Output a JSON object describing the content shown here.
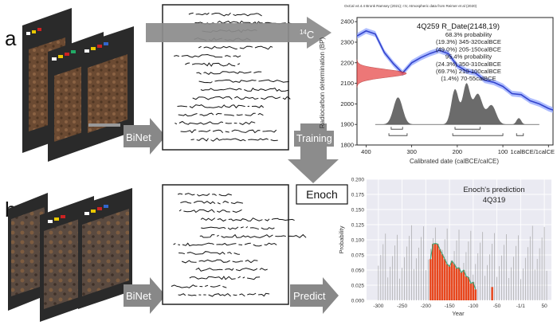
{
  "panel_a": {
    "label": "a",
    "c14_prefix": "14",
    "c14_suffix": "C",
    "binet": "BiNet",
    "training": "Training",
    "enoch": "Enoch",
    "chart": {
      "header": "OxCal v4.4.4 Bronk Ramsey (2021); r:5; Atmospheric data from Reimer et al (2020)",
      "title": "4Q259 R_Date(2148,19)",
      "annotations": [
        "68.3% probability",
        "(19.3%) 345-320calBCE",
        "(49.0%) 205-150calBCE",
        "95.4% probability",
        "(24.3%) 350-310calBCE",
        "(69.7%) 210-100calBCE",
        "(1.4%) 70-55calBCE"
      ],
      "xlabel": "Calibrated date (calBCE/calCE)",
      "ylabel": "Radiocarbon determination (BP)",
      "xticks": [
        "400",
        "300",
        "200",
        "100",
        "1calBCE/1calCE"
      ],
      "yticks": [
        "2400",
        "2300",
        "2200",
        "2100",
        "2000",
        "1900",
        "1800"
      ]
    }
  },
  "panel_b": {
    "label": "b",
    "binet": "BiNet",
    "predict": "Predict",
    "chart": {
      "title": "Enoch's prediction",
      "subtitle": "4Q319",
      "xlabel": "Year",
      "ylabel": "Probability",
      "xticks": [
        "-300",
        "-250",
        "-200",
        "-150",
        "-100",
        "-50",
        "-1/1",
        "50"
      ],
      "yticks": [
        "0.200",
        "0.175",
        "0.150",
        "0.125",
        "0.100",
        "0.075",
        "0.050",
        "0.025",
        "0.000"
      ]
    }
  },
  "chart_data": [
    {
      "type": "line",
      "title": "4Q259 R_Date(2148,19)",
      "xlabel": "Calibrated date (calBCE/calCE)",
      "ylabel": "Radiocarbon determination (BP)",
      "xlim": [
        -420,
        10
      ],
      "ylim": [
        1800,
        2420
      ],
      "series": [
        {
          "x": [
            -420,
            -400,
            -380,
            -360,
            -340,
            -320,
            -300,
            -280,
            -260,
            -240,
            -220,
            -200,
            -180,
            -160,
            -140,
            -120,
            -100,
            -80,
            -60,
            -40,
            -20,
            0,
            10
          ],
          "values": [
            2330,
            2355,
            2340,
            2250,
            2195,
            2150,
            2200,
            2225,
            2245,
            2260,
            2245,
            2185,
            2160,
            2150,
            2115,
            2105,
            2085,
            2050,
            2045,
            2015,
            2000,
            1978,
            1970
          ]
        }
      ]
    },
    {
      "type": "bar",
      "title": "Enoch's prediction",
      "subtitle": "4Q319",
      "xlabel": "Year",
      "ylabel": "Probability",
      "ylim": [
        0,
        0.2
      ],
      "categories": [
        -190,
        -185,
        -180,
        -175,
        -170,
        -165,
        -160,
        -155,
        -150,
        -145,
        -140,
        -135,
        -130,
        -125,
        -120,
        -115,
        -110,
        -105,
        -100,
        -95,
        -60
      ],
      "values": [
        0.068,
        0.093,
        0.094,
        0.093,
        0.084,
        0.076,
        0.068,
        0.06,
        0.056,
        0.065,
        0.06,
        0.053,
        0.054,
        0.046,
        0.05,
        0.04,
        0.038,
        0.028,
        0.03,
        0.018,
        0.022
      ]
    }
  ]
}
